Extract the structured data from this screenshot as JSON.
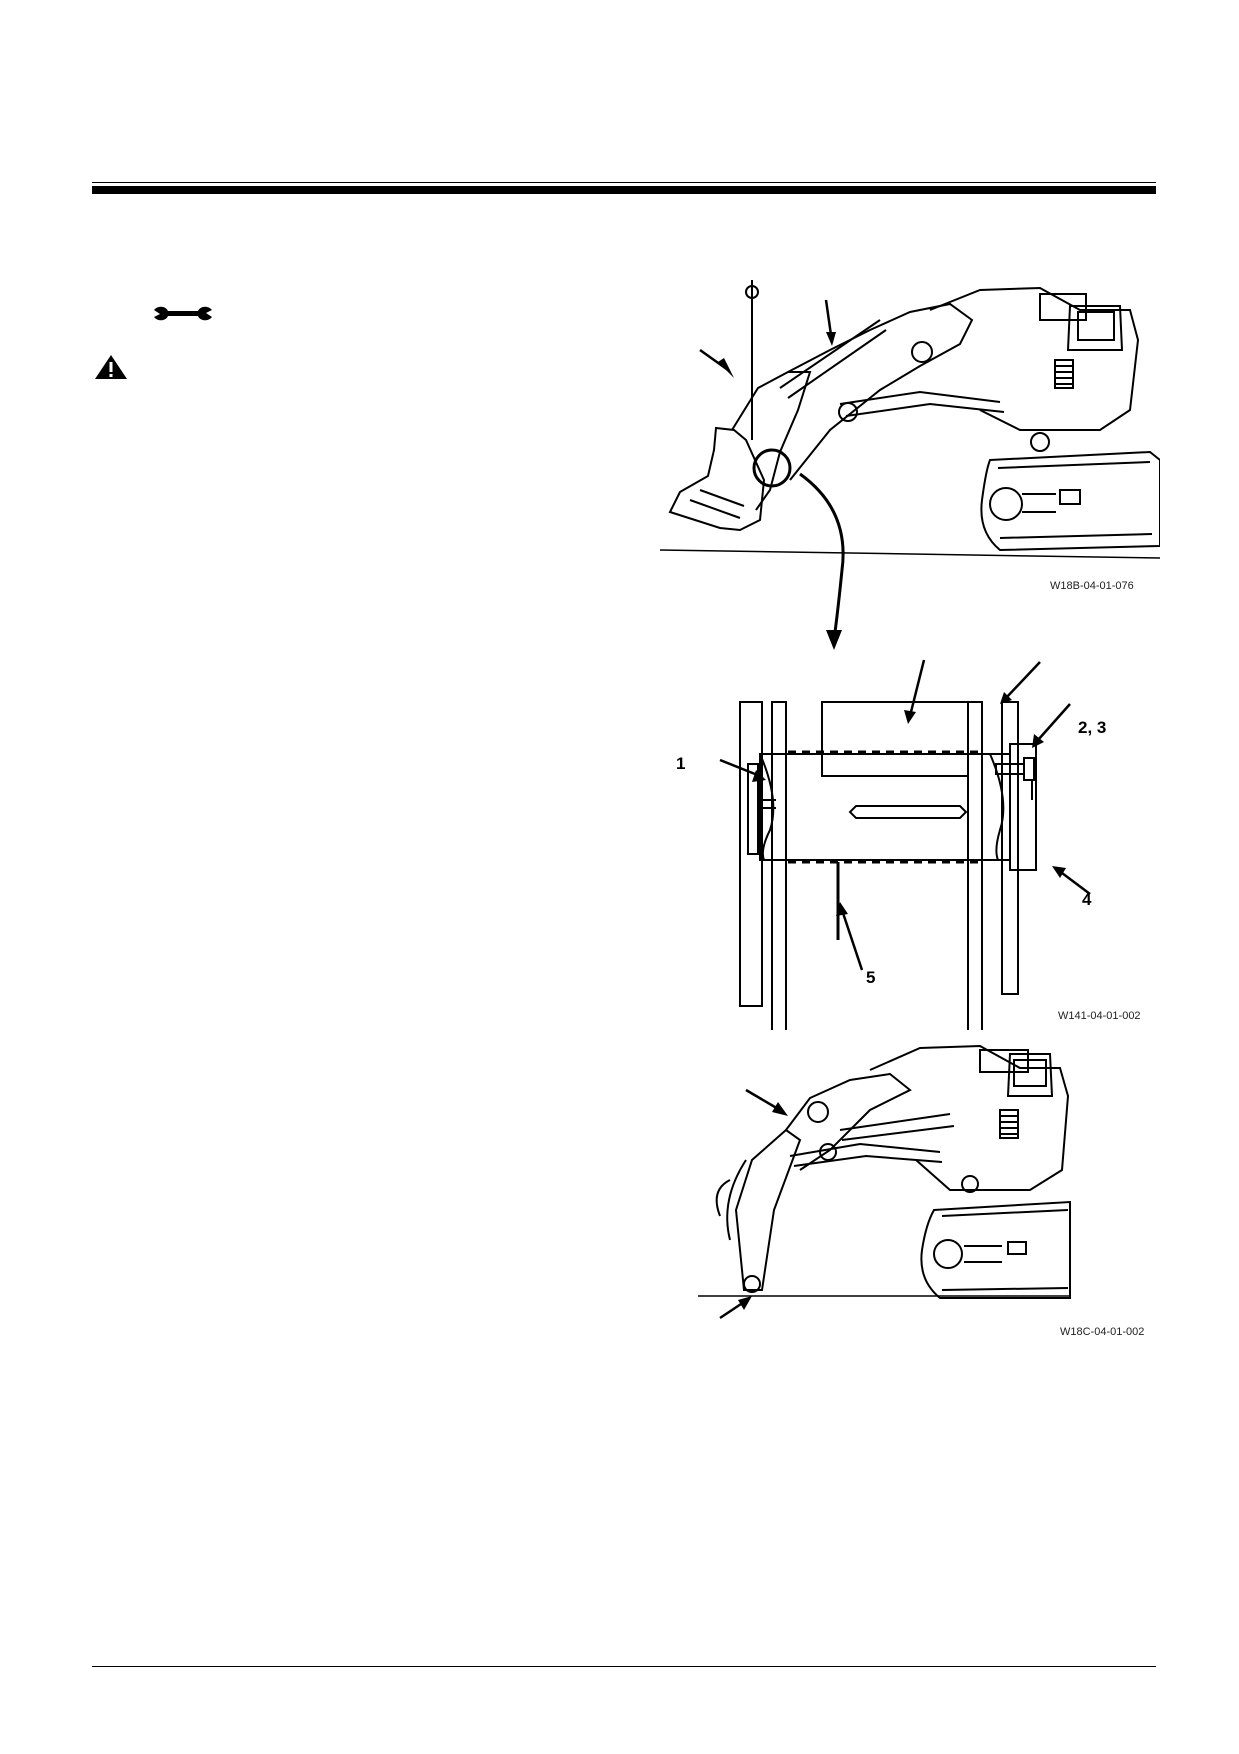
{
  "figures": [
    {
      "code": "W18B-04-01-076"
    },
    {
      "code": "W141-04-01-002",
      "callouts": [
        "1",
        "2, 3",
        "4",
        "5"
      ]
    },
    {
      "code": "W18C-04-01-002"
    }
  ],
  "icons": {
    "service": "wrench-icon",
    "caution": "warning-triangle-icon"
  }
}
